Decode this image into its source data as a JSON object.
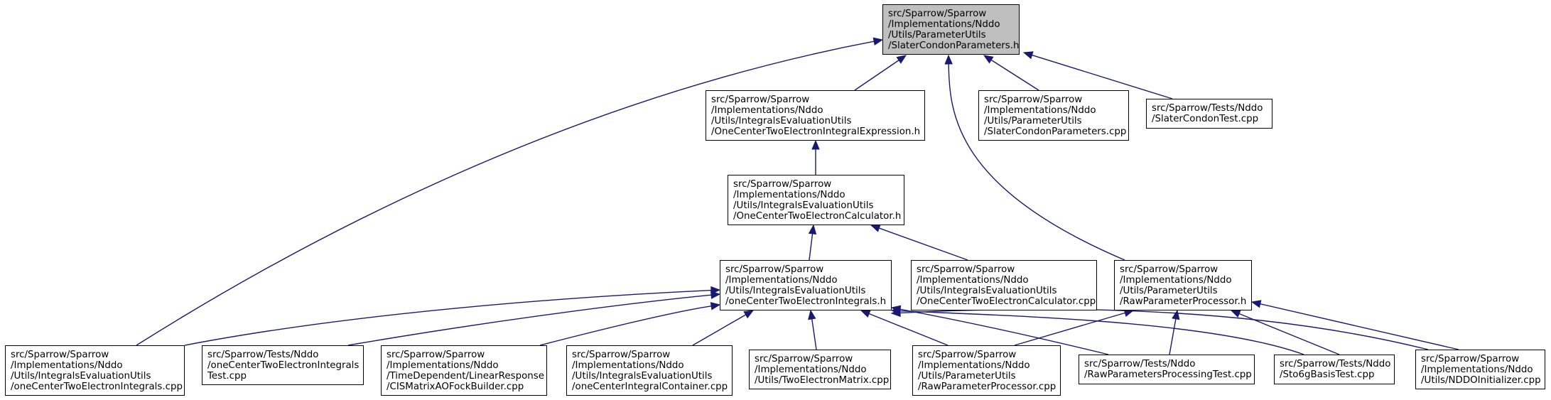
{
  "diagram": {
    "type": "include-dependency-graph",
    "colors": {
      "edge": "#191970",
      "root_fill": "#bfbfbf",
      "node_fill": "#ffffff",
      "border": "#000000"
    },
    "nodes": [
      {
        "id": "root",
        "lines": [
          "src/Sparrow/Sparrow",
          "/Implementations/Nddo",
          "/Utils/ParameterUtils",
          "/SlaterCondonParameters.h"
        ]
      },
      {
        "id": "ocExpr",
        "lines": [
          "src/Sparrow/Sparrow",
          "/Implementations/Nddo",
          "/Utils/IntegralsEvaluationUtils",
          "/OneCenterTwoElectronIntegralExpression.h"
        ]
      },
      {
        "id": "scpCpp",
        "lines": [
          "src/Sparrow/Sparrow",
          "/Implementations/Nddo",
          "/Utils/ParameterUtils",
          "/SlaterCondonParameters.cpp"
        ]
      },
      {
        "id": "scTest",
        "lines": [
          "src/Sparrow/Tests/Nddo",
          "/SlaterCondonTest.cpp"
        ]
      },
      {
        "id": "ocCalcH",
        "lines": [
          "src/Sparrow/Sparrow",
          "/Implementations/Nddo",
          "/Utils/IntegralsEvaluationUtils",
          "/OneCenterTwoElectronCalculator.h"
        ]
      },
      {
        "id": "ocIntH",
        "lines": [
          "src/Sparrow/Sparrow",
          "/Implementations/Nddo",
          "/Utils/IntegralsEvaluationUtils",
          "/oneCenterTwoElectronIntegrals.h"
        ]
      },
      {
        "id": "ocCalcCpp",
        "lines": [
          "src/Sparrow/Sparrow",
          "/Implementations/Nddo",
          "/Utils/IntegralsEvaluationUtils",
          "/OneCenterTwoElectronCalculator.cpp"
        ]
      },
      {
        "id": "rppH",
        "lines": [
          "src/Sparrow/Sparrow",
          "/Implementations/Nddo",
          "/Utils/ParameterUtils",
          "/RawParameterProcessor.h"
        ]
      },
      {
        "id": "ocIntCpp",
        "lines": [
          "src/Sparrow/Sparrow",
          "/Implementations/Nddo",
          "/Utils/IntegralsEvaluationUtils",
          "/oneCenterTwoElectronIntegrals.cpp"
        ]
      },
      {
        "id": "ocIntTest",
        "lines": [
          "src/Sparrow/Tests/Nddo",
          "/oneCenterTwoElectronIntegrals",
          "Test.cpp"
        ]
      },
      {
        "id": "cisFock",
        "lines": [
          "src/Sparrow/Sparrow",
          "/Implementations/Nddo",
          "/TimeDependent/LinearResponse",
          "/CISMatrixAOFockBuilder.cpp"
        ]
      },
      {
        "id": "ocContainer",
        "lines": [
          "src/Sparrow/Sparrow",
          "/Implementations/Nddo",
          "/Utils/IntegralsEvaluationUtils",
          "/oneCenterIntegralContainer.cpp"
        ]
      },
      {
        "id": "teMatrix",
        "lines": [
          "src/Sparrow/Sparrow",
          "/Implementations/Nddo",
          "/Utils/TwoElectronMatrix.cpp"
        ]
      },
      {
        "id": "rppCpp",
        "lines": [
          "src/Sparrow/Sparrow",
          "/Implementations/Nddo",
          "/Utils/ParameterUtils",
          "/RawParameterProcessor.cpp"
        ]
      },
      {
        "id": "rppTest",
        "lines": [
          "src/Sparrow/Tests/Nddo",
          "/RawParametersProcessingTest.cpp"
        ]
      },
      {
        "id": "sto6g",
        "lines": [
          "src/Sparrow/Tests/Nddo",
          "/Sto6gBasisTest.cpp"
        ]
      },
      {
        "id": "nddoInit",
        "lines": [
          "src/Sparrow/Sparrow",
          "/Implementations/Nddo",
          "/Utils/NDDOInitializer.cpp"
        ]
      }
    ],
    "edges": [
      {
        "from": "ocExpr",
        "to": "root"
      },
      {
        "from": "scpCpp",
        "to": "root"
      },
      {
        "from": "scTest",
        "to": "root"
      },
      {
        "from": "ocIntCpp",
        "to": "root"
      },
      {
        "from": "rppH",
        "to": "root"
      },
      {
        "from": "ocCalcH",
        "to": "ocExpr"
      },
      {
        "from": "ocIntH",
        "to": "ocCalcH"
      },
      {
        "from": "ocCalcCpp",
        "to": "ocCalcH"
      },
      {
        "from": "ocIntCpp",
        "to": "ocIntH"
      },
      {
        "from": "ocIntTest",
        "to": "ocIntH"
      },
      {
        "from": "cisFock",
        "to": "ocIntH"
      },
      {
        "from": "ocContainer",
        "to": "ocIntH"
      },
      {
        "from": "teMatrix",
        "to": "ocIntH"
      },
      {
        "from": "rppCpp",
        "to": "ocIntH"
      },
      {
        "from": "rppTest",
        "to": "ocIntH"
      },
      {
        "from": "sto6g",
        "to": "ocIntH"
      },
      {
        "from": "nddoInit",
        "to": "ocIntH"
      },
      {
        "from": "rppCpp",
        "to": "rppH"
      },
      {
        "from": "rppTest",
        "to": "rppH"
      },
      {
        "from": "sto6g",
        "to": "rppH"
      },
      {
        "from": "nddoInit",
        "to": "rppH"
      }
    ]
  }
}
